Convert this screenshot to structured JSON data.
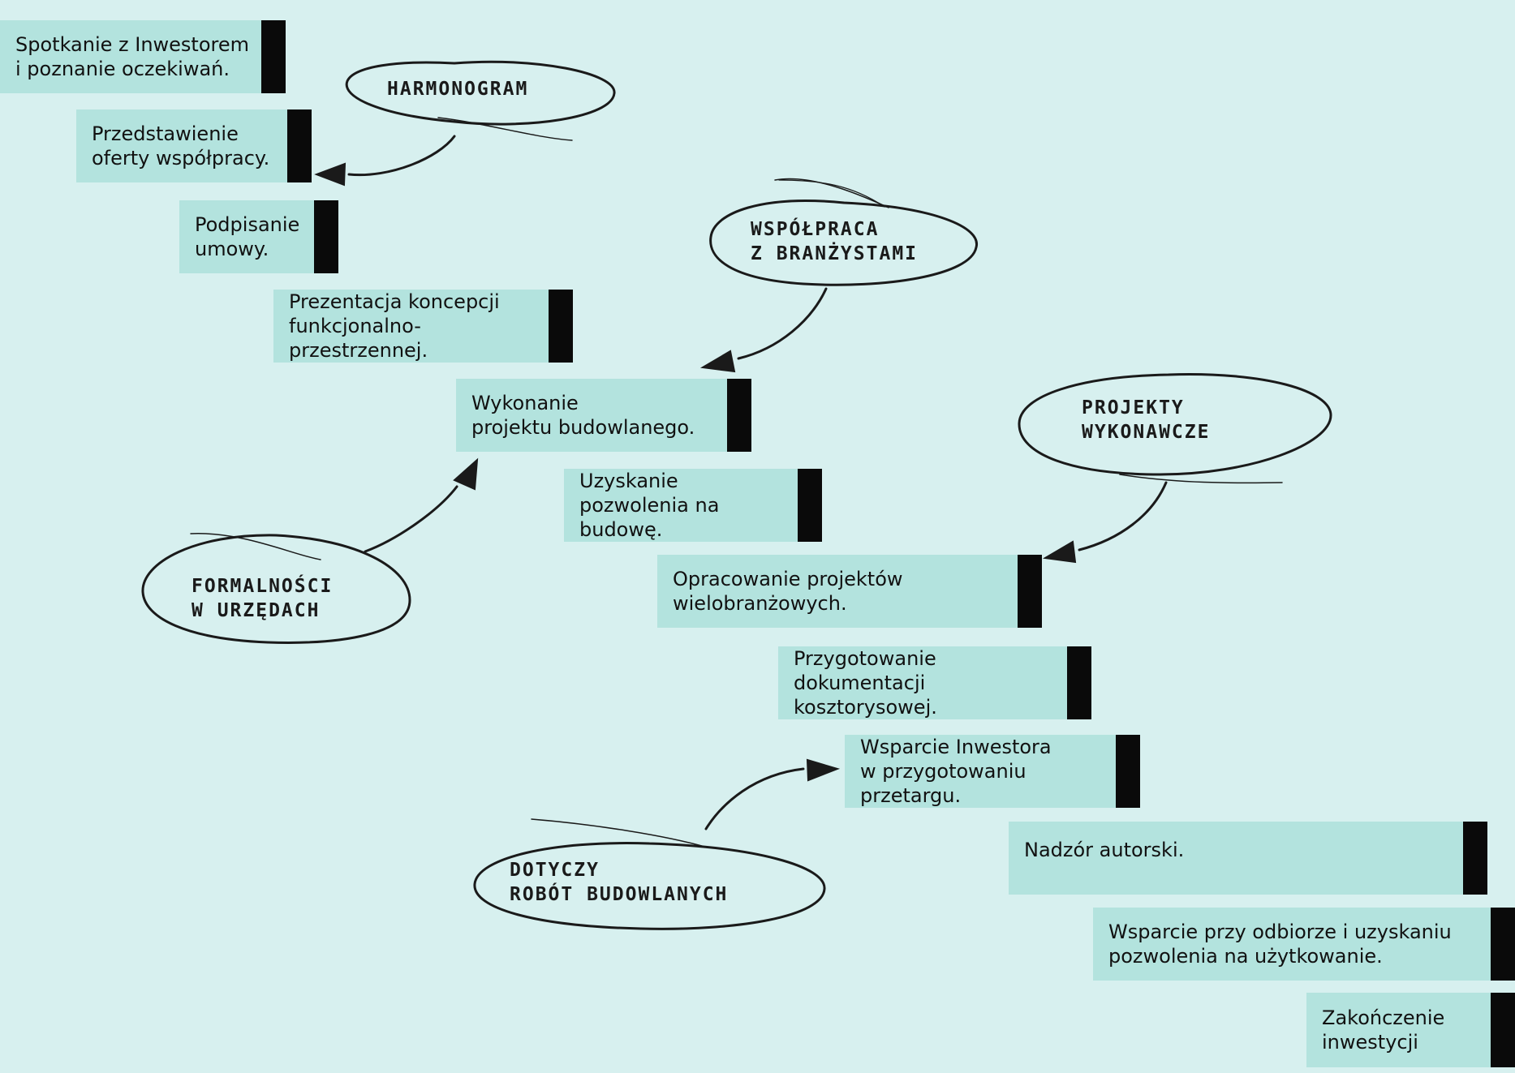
{
  "steps": [
    {
      "id": "s1",
      "text": "Spotkanie z Inwestorem\ni poznanie oczekiwań."
    },
    {
      "id": "s2",
      "text": "Przedstawienie\noferty współpracy."
    },
    {
      "id": "s3",
      "text": "Podpisanie\numowy."
    },
    {
      "id": "s4",
      "text": "Prezentacja koncepcji\nfunkcjonalno-przestrzennej."
    },
    {
      "id": "s5",
      "text": "Wykonanie\nprojektu budowlanego."
    },
    {
      "id": "s6",
      "text": "Uzyskanie\npozwolenia na budowę."
    },
    {
      "id": "s7",
      "text": "Opracowanie projektów\nwielobranżowych."
    },
    {
      "id": "s8",
      "text": "Przygotowanie dokumentacji\nkosztorysowej."
    },
    {
      "id": "s9",
      "text": "Wsparcie Inwestora\nw przygotowaniu przetargu."
    },
    {
      "id": "s10",
      "text": "Nadzór autorski."
    },
    {
      "id": "s11",
      "text": "Wsparcie przy odbiorze i uzyskaniu\npozwolenia na użytkowanie."
    },
    {
      "id": "s12",
      "text": "Zakończenie\ninwestycji"
    }
  ],
  "notes": [
    {
      "id": "n1",
      "lines": [
        "HARMONOGRAM"
      ]
    },
    {
      "id": "n2",
      "lines": [
        "WSPÓŁPRACA",
        "Z BRANŻYSTAMI"
      ]
    },
    {
      "id": "n3",
      "lines": [
        "PROJEKTY",
        "WYKONAWCZE"
      ]
    },
    {
      "id": "n4",
      "lines": [
        "FORMALNOŚCI",
        "W URZĘDACH"
      ]
    },
    {
      "id": "n5",
      "lines": [
        "DOTYCZY",
        "ROBÓT BUDOWLANYCH"
      ]
    }
  ],
  "colors": {
    "background": "#d7f0ef",
    "box": "#b3e3de",
    "bar": "#0a0a0a",
    "ink": "#1a1a1a"
  }
}
